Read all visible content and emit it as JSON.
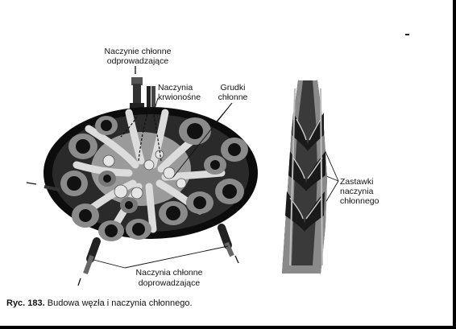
{
  "labels": {
    "efferent_line1": "Naczynie chłonne",
    "efferent_line2": "odprowadzające",
    "blood_line1": "Naczynia",
    "blood_line2": "krwionośne",
    "follicles_line1": "Grudki",
    "follicles_line2": "chłonne",
    "valves_line1": "Zastawki",
    "valves_line2": "naczynia",
    "valves_line3": "chłonnego",
    "afferent_line1": "Naczynia chłonne",
    "afferent_line2": "doprowadzające"
  },
  "caption": {
    "number": "Ryc. 183.",
    "text": "Budowa węzła i naczynia chłonnego."
  }
}
